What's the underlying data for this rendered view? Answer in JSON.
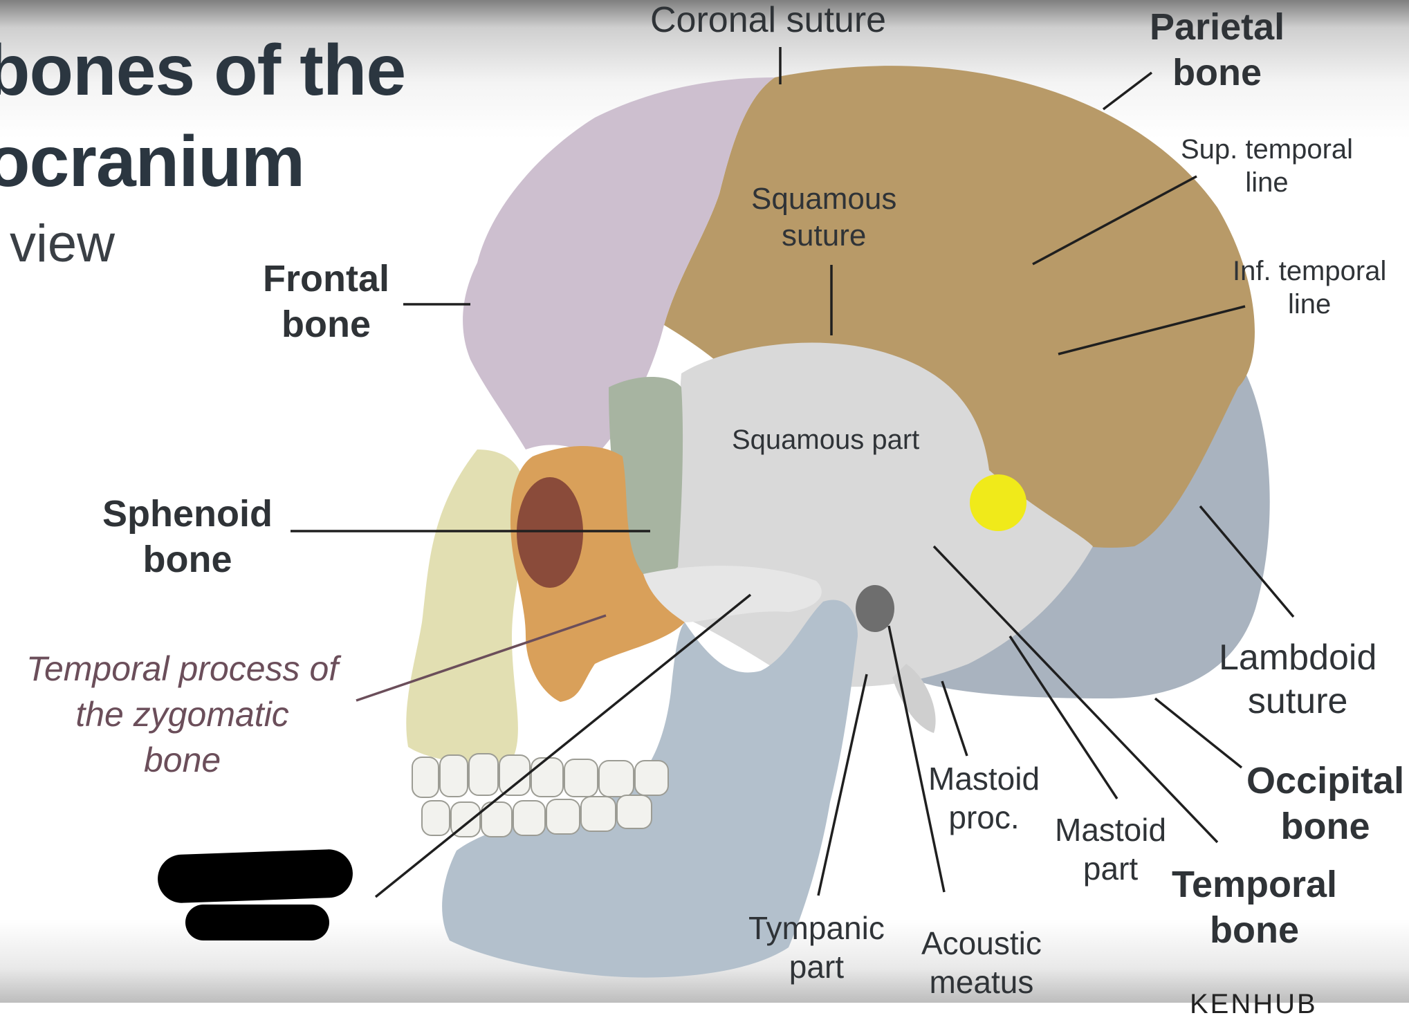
{
  "title": {
    "line1": "bones of the",
    "line2": "ocranium",
    "subtitle": "view"
  },
  "colors": {
    "frontal": "#cdbfcf",
    "parietal": "#b89a68",
    "temporal": "#d9d9d9",
    "occipital": "#a9b3bf",
    "sphenoid": "#a7b4a1",
    "zygomatic": "#d9a05a",
    "maxilla": "#e2dfb2",
    "mandible": "#b3c0cc",
    "highlight": "#f0ea1a",
    "labelText": "#2f3337",
    "italicLabel": "#6b4e5a",
    "title": "#2b3640"
  },
  "labels": {
    "coronal_suture": "Coronal suture",
    "parietal_bone": [
      "Parietal",
      "bone"
    ],
    "sup_temporal_line": [
      "Sup. temporal",
      "line"
    ],
    "inf_temporal_line": [
      "Inf. temporal",
      "line"
    ],
    "squamous_suture": [
      "Squamous",
      "suture"
    ],
    "frontal_bone": [
      "Frontal",
      "bone"
    ],
    "squamous_part": "Squamous part",
    "sphenoid_bone": [
      "Sphenoid",
      "bone"
    ],
    "temporal_process": [
      "Temporal process of",
      "the zygomatic",
      "bone"
    ],
    "lambdoid_suture": [
      "Lambdoid",
      "suture"
    ],
    "occipital_bone": [
      "Occipital",
      "bone"
    ],
    "temporal_bone": [
      "Temporal",
      "bone"
    ],
    "mastoid_proc": [
      "Mastoid",
      "proc."
    ],
    "mastoid_part": [
      "Mastoid",
      "part"
    ],
    "tympanic_part": [
      "Tympanic",
      "part"
    ],
    "acoustic_meatus": [
      "Acoustic",
      "meatus"
    ]
  },
  "brand": "KENHUB",
  "icons": [
    "highlight-dot",
    "redaction-marks"
  ]
}
